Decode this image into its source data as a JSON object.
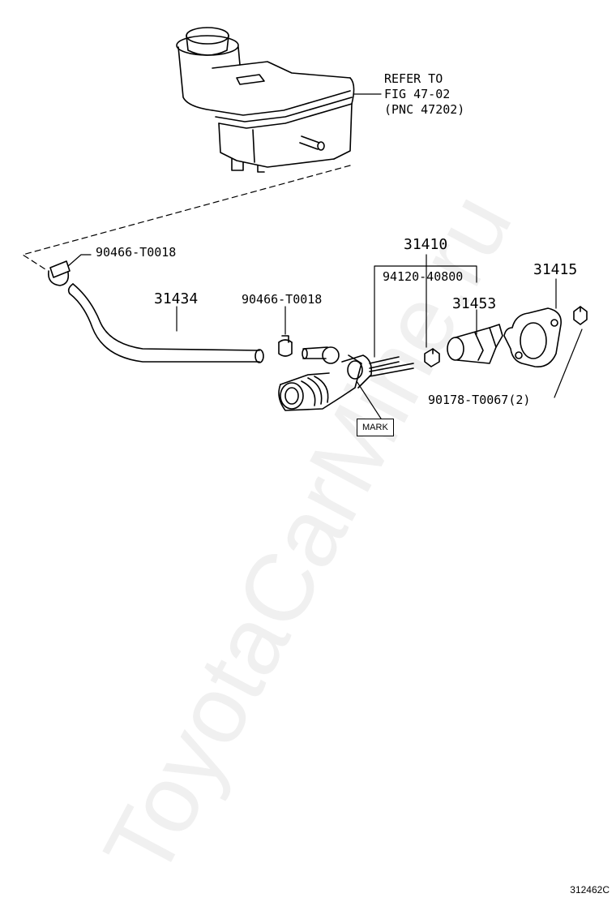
{
  "diagram": {
    "refer": {
      "line1": "REFER TO",
      "line2": "FIG 47-02",
      "line3": "(PNC 47202)"
    },
    "parts": {
      "clamp_upper": "90466-T0018",
      "hose": "31434",
      "clamp_lower": "90466-T0018",
      "master_cylinder": "31410",
      "nut": "94120-40800",
      "push_rod": "31453",
      "gasket": "31415",
      "bolt": "90178-T0067(2)"
    },
    "mark_label": "MARK",
    "figure_id": "312462C",
    "watermark": "ToyotaCarMine.ru"
  }
}
